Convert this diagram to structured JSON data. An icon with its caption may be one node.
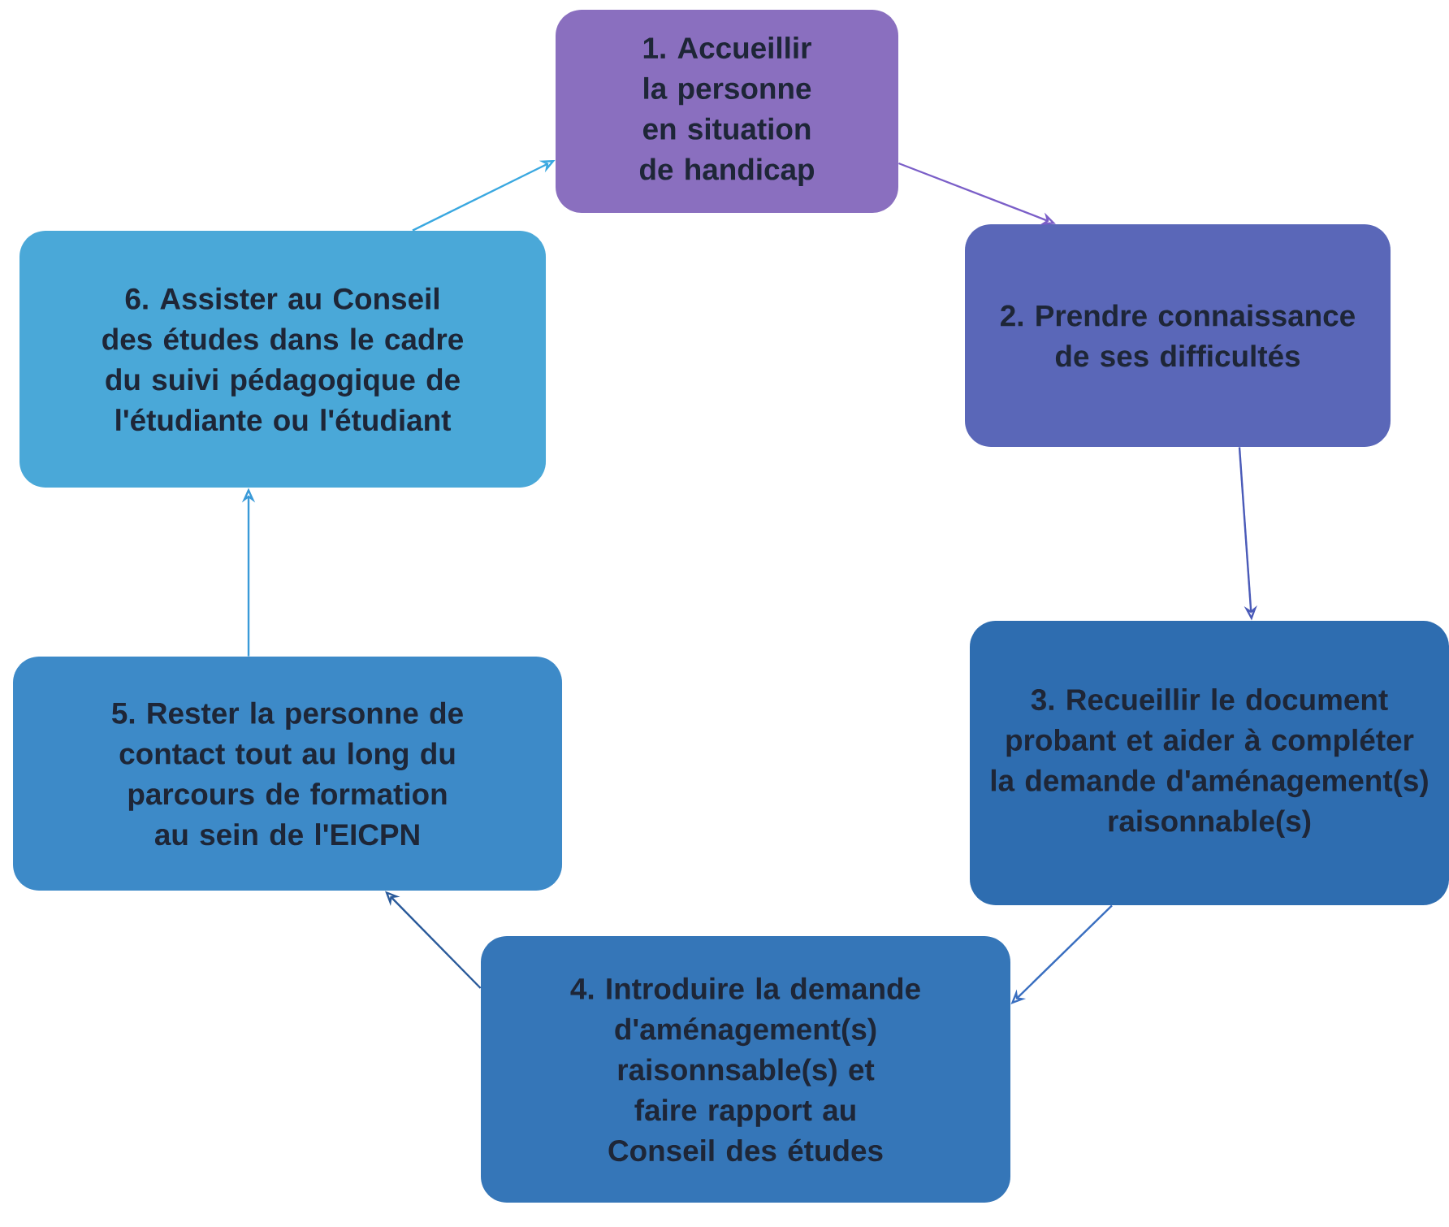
{
  "diagram": {
    "nodes": [
      {
        "text": [
          "1. Accueillir la personne en situation de handicap"
        ]
      },
      {
        "text": [
          "2. Prendre connaissance de ses difficultés"
        ]
      },
      {
        "text": [
          "3. Recueillir le document probant et aider à compléter la demande d'aménagement(s) raisonnable(s)"
        ]
      },
      {
        "text": [
          "4. Introduire la demande d'aménagement(s) raisonnsable(s) et faire rapport au Conseil des études"
        ]
      },
      {
        "text": [
          "5. Rester la personne de contact tout au long du parcours de formation au sein de l'EICPN"
        ]
      },
      {
        "text": [
          "6. Assister au Conseil des études dans le cadre du suivi pédagogique de l'étudiante ou l'étudiant"
        ]
      }
    ],
    "edges": [
      {
        "from": 0,
        "to": 1,
        "arrow": "to",
        "color": "#7b5fc8"
      },
      {
        "from": 1,
        "to": 2,
        "arrow": "to",
        "color": "#4a5ab8"
      },
      {
        "from": 2,
        "to": 3,
        "arrow": "to",
        "color": "#3a6fc0"
      },
      {
        "from": 3,
        "to": 4,
        "arrow": "to",
        "color": "#2a5a9a"
      },
      {
        "from": 4,
        "to": 5,
        "arrow": "to",
        "color": "#3a9ad8"
      },
      {
        "from": 5,
        "to": 0,
        "arrow": "to",
        "color": "#3aa8e0"
      }
    ]
  }
}
